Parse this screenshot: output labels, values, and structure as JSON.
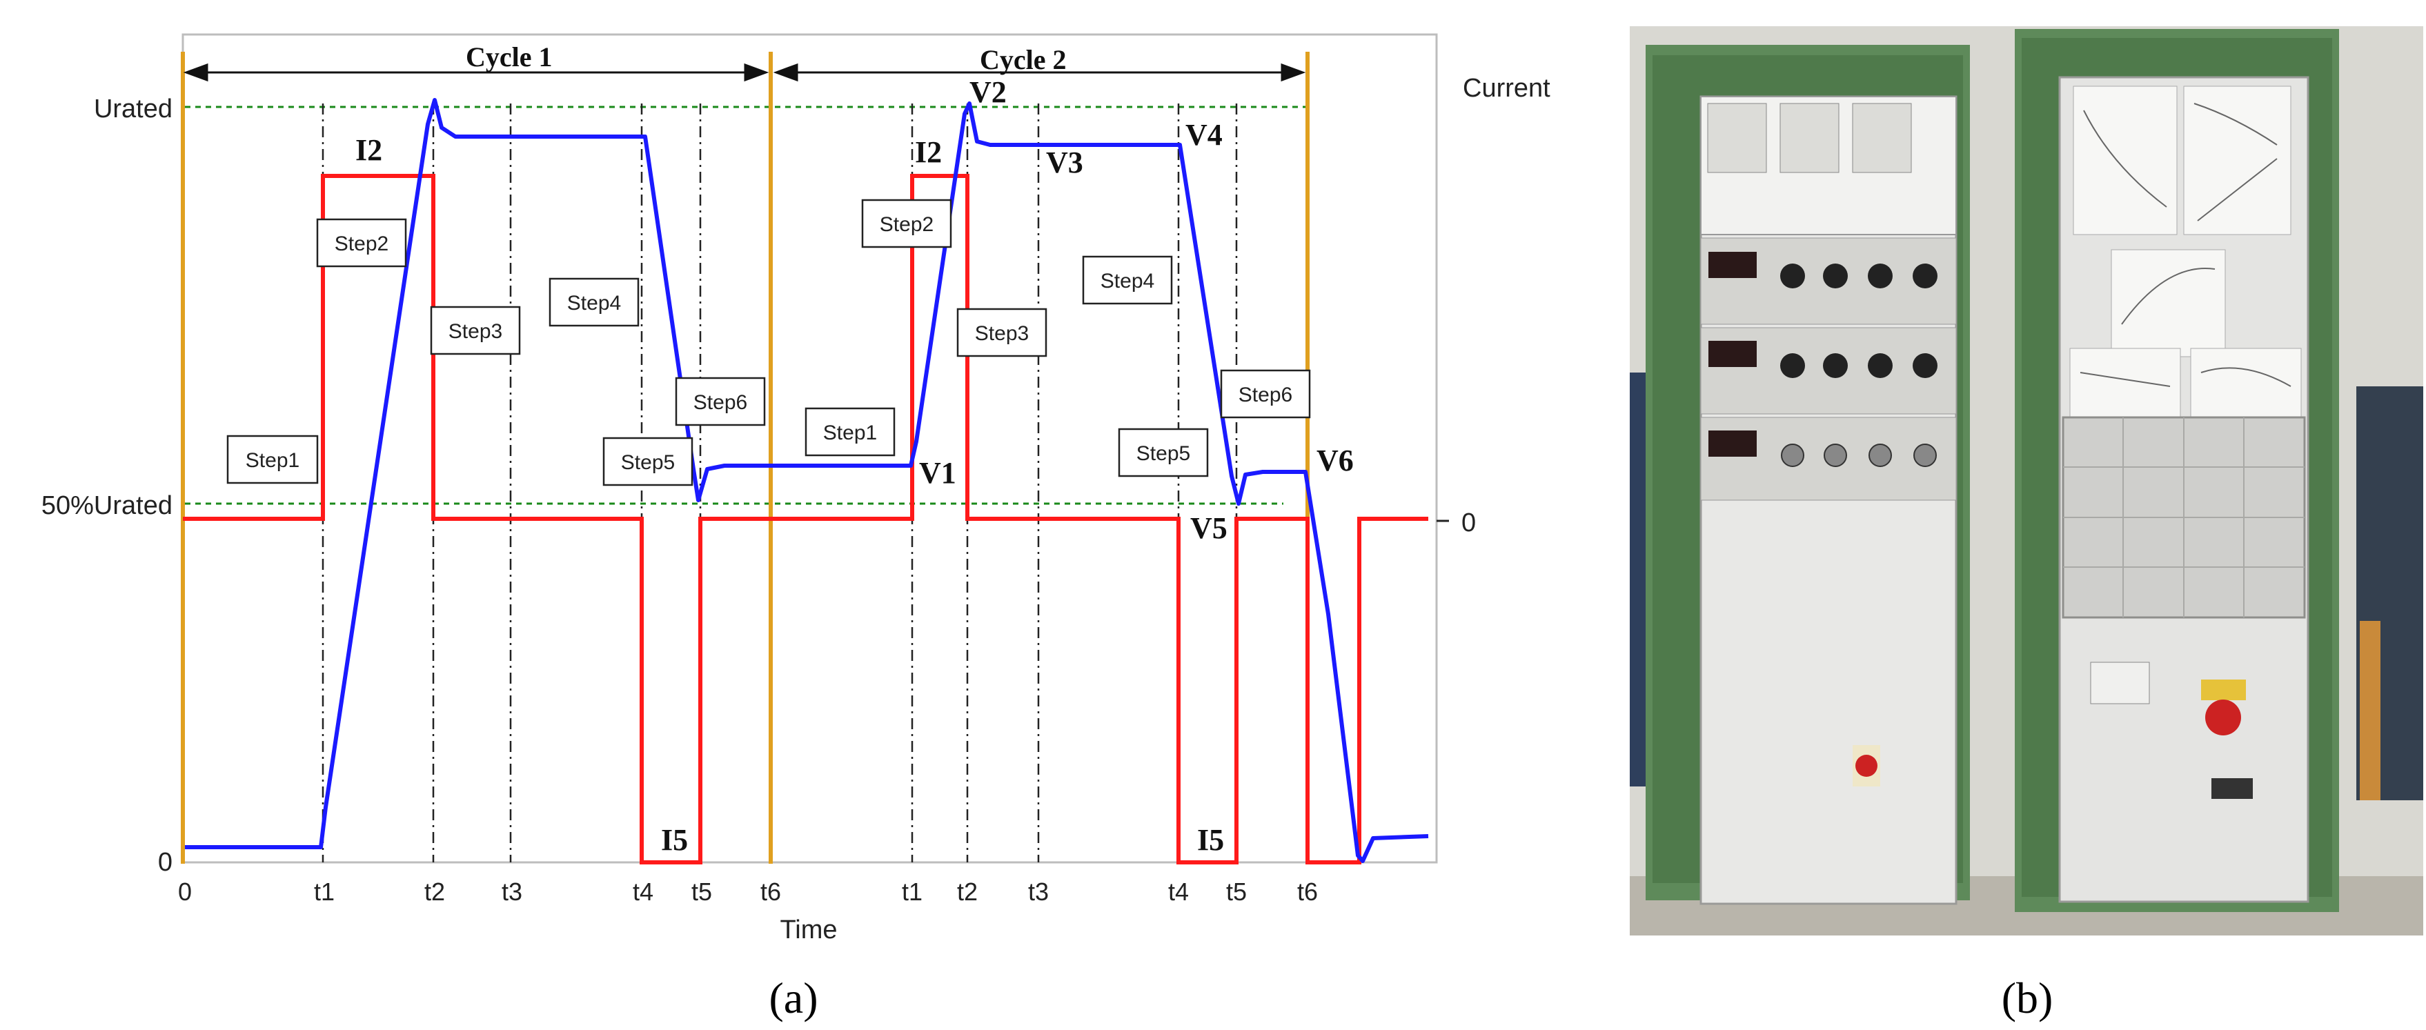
{
  "panel_a": {
    "caption": "(a)",
    "left_axis": {
      "top_label": "Urated",
      "mid_label": "50%Urated",
      "zero_label": "0"
    },
    "right_axis": {
      "title": "Current",
      "zero_label": "0"
    },
    "x_axis": {
      "title": "Time",
      "ticks": [
        "0",
        "t1",
        "t2",
        "t3",
        "t4",
        "t5",
        "t6",
        "t1",
        "t2",
        "t3",
        "t4",
        "t5",
        "t6"
      ]
    },
    "cycles": [
      "Cycle 1",
      "Cycle 2"
    ],
    "step_boxes": [
      "Step1",
      "Step2",
      "Step3",
      "Step4",
      "Step5",
      "Step6",
      "Step1",
      "Step2",
      "Step3",
      "Step4",
      "Step5",
      "Step6"
    ],
    "point_labels": [
      "I2",
      "I5",
      "V2",
      "I2",
      "V3",
      "V4",
      "V1",
      "V6",
      "V5",
      "I5"
    ],
    "colors": {
      "voltage": "#1a1aff",
      "current": "#ff1a1a",
      "cycle_marker": "#e0a020",
      "reference": "#1a8a1a"
    }
  },
  "panel_b": {
    "caption": "(b)",
    "photo_description_icons": [
      "equipment-cabinet-left",
      "equipment-cabinet-right"
    ]
  }
}
